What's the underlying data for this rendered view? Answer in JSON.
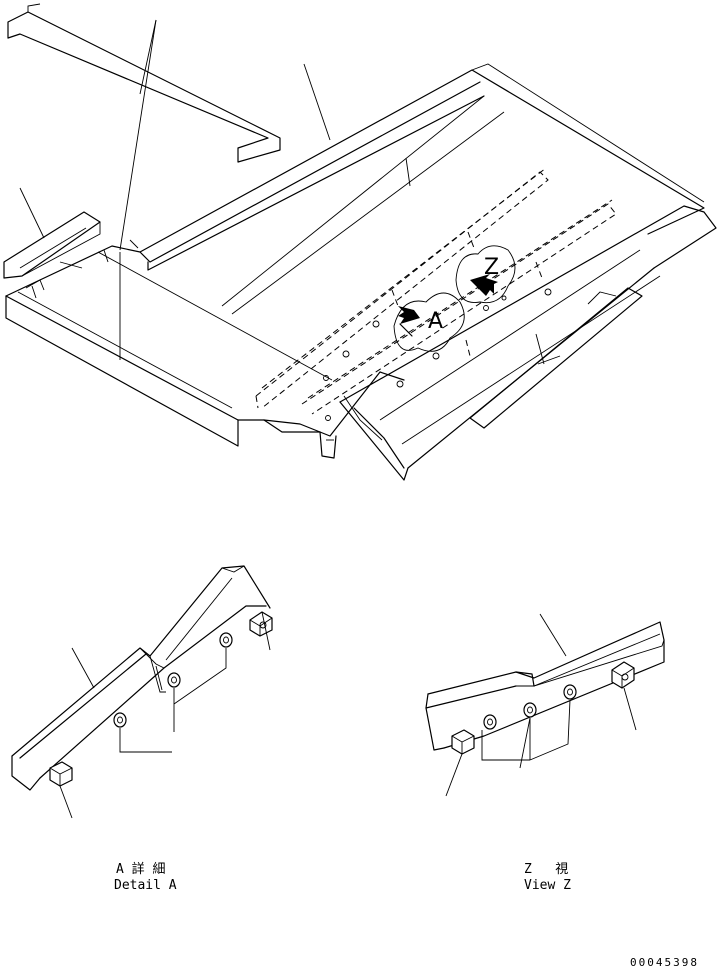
{
  "callouts": {
    "detail_a_letter": "A",
    "view_z_letter": "Z"
  },
  "captions": {
    "detail_a_jp": "A 詳 細",
    "detail_a_en": "Detail A",
    "view_z_jp": "Z   視",
    "view_z_en": "View Z"
  },
  "document_number": "00045398"
}
